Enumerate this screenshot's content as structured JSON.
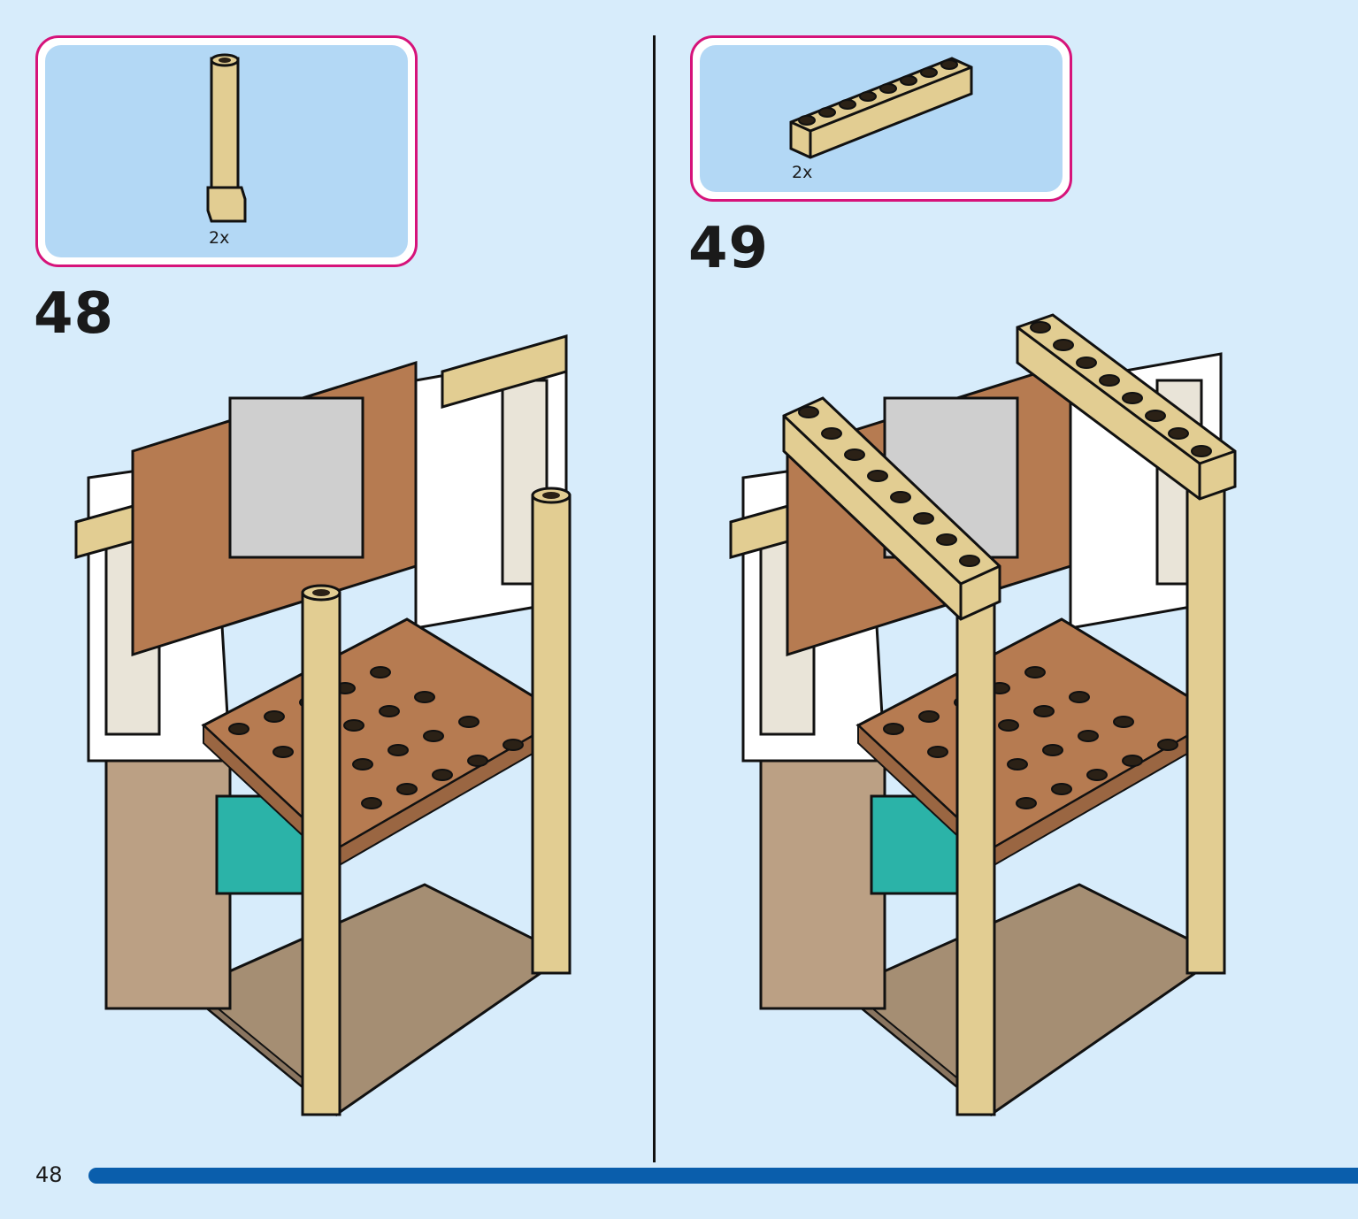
{
  "steps": [
    {
      "number": "48",
      "parts": [
        {
          "qty": "2x",
          "part": "tan-bar-column"
        }
      ]
    },
    {
      "number": "49",
      "parts": [
        {
          "qty": "2x",
          "part": "tan-1x8-brick"
        }
      ]
    }
  ],
  "footer": {
    "page_number": "48"
  },
  "colors": {
    "background": "#d7ecfb",
    "callout_border": "#d6137a",
    "callout_fill": "#b3d8f5",
    "tan": "#e2cd92",
    "brown": "#b67b51",
    "progress_bar": "#0a5eac"
  }
}
